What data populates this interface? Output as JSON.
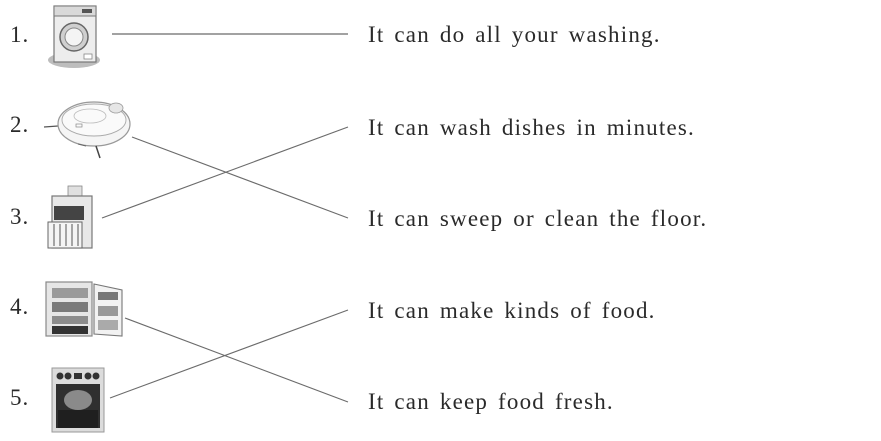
{
  "exercise": {
    "items": [
      {
        "number": "1.",
        "picture": "washing-machine"
      },
      {
        "number": "2.",
        "picture": "robot-vacuum"
      },
      {
        "number": "3.",
        "picture": "dishwasher"
      },
      {
        "number": "4.",
        "picture": "refrigerator"
      },
      {
        "number": "5.",
        "picture": "oven"
      }
    ],
    "sentences": [
      "It can do all your washing.",
      "It can wash dishes in minutes.",
      "It can sweep or clean the floor.",
      "It can make kinds of food.",
      "It can keep food fresh."
    ],
    "matches": [
      {
        "item": "1.",
        "sentence": "It can do all your washing."
      },
      {
        "item": "2.",
        "sentence": "It can sweep or clean the floor."
      },
      {
        "item": "3.",
        "sentence": "It can wash dishes in minutes."
      },
      {
        "item": "4.",
        "sentence": "It can keep food fresh."
      },
      {
        "item": "5.",
        "sentence": "It can make kinds of food."
      }
    ],
    "line_color": "#6b6b6b"
  }
}
